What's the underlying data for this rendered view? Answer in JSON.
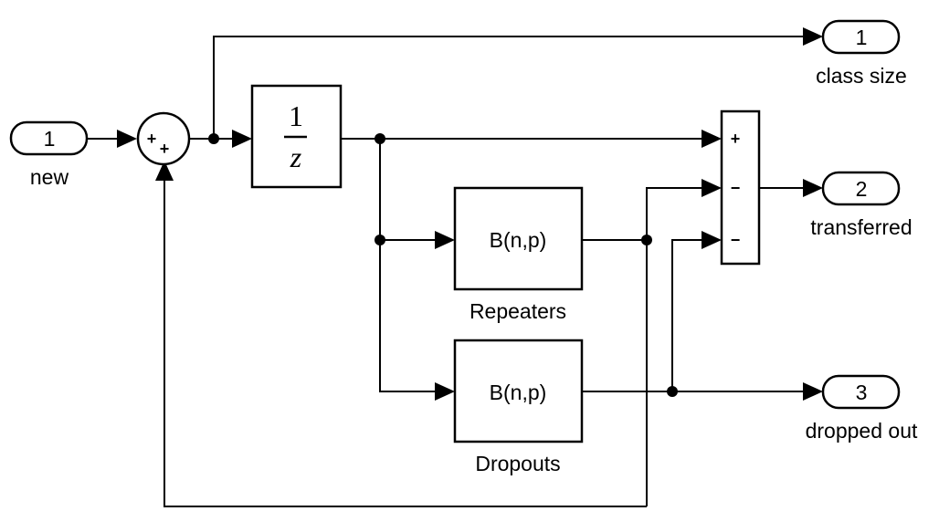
{
  "diagram": {
    "inports": [
      {
        "number": "1",
        "label": "new"
      }
    ],
    "outports": [
      {
        "number": "1",
        "label": "class size"
      },
      {
        "number": "2",
        "label": "transferred"
      },
      {
        "number": "3",
        "label": "dropped out"
      }
    ],
    "sum_input": {
      "signs": [
        "+",
        "+"
      ]
    },
    "unit_delay": {
      "numerator": "1",
      "denominator": "z"
    },
    "binomial_blocks": [
      {
        "text": "B(n,p)",
        "label": "Repeaters"
      },
      {
        "text": "B(n,p)",
        "label": "Dropouts"
      }
    ],
    "sum_output": {
      "signs": [
        "+",
        "−",
        "−"
      ]
    }
  }
}
